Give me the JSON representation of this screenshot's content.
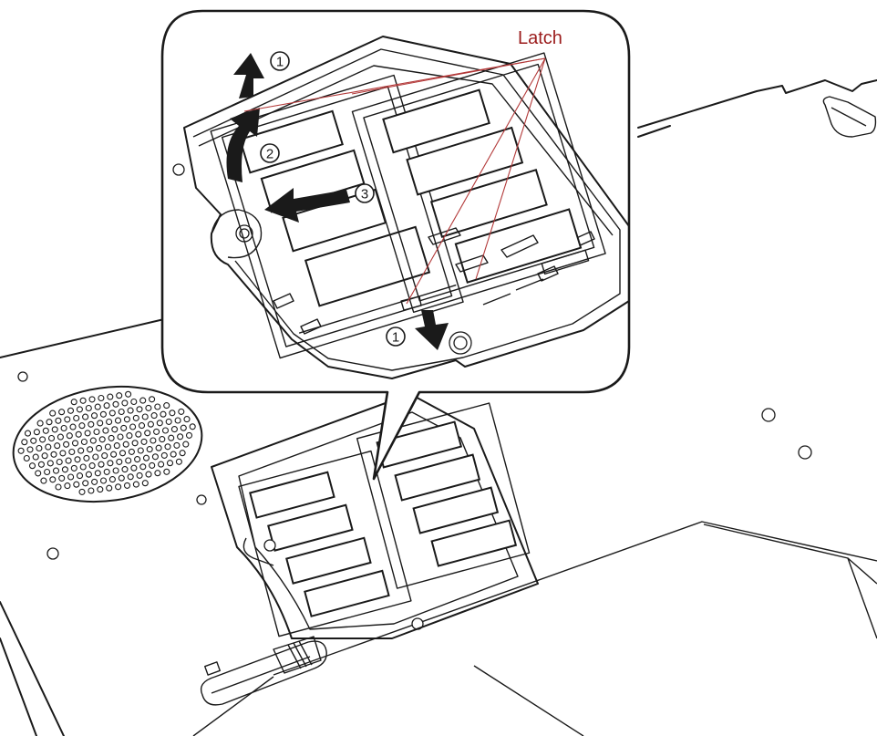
{
  "callout": {
    "latch_label": "Latch",
    "steps": [
      "1",
      "2",
      "3",
      "1"
    ]
  },
  "colors": {
    "latch_label": "#9b1c1c",
    "latch_leader": "#b33a3a",
    "line_art": "#1a1a1a",
    "background": "#ffffff"
  }
}
